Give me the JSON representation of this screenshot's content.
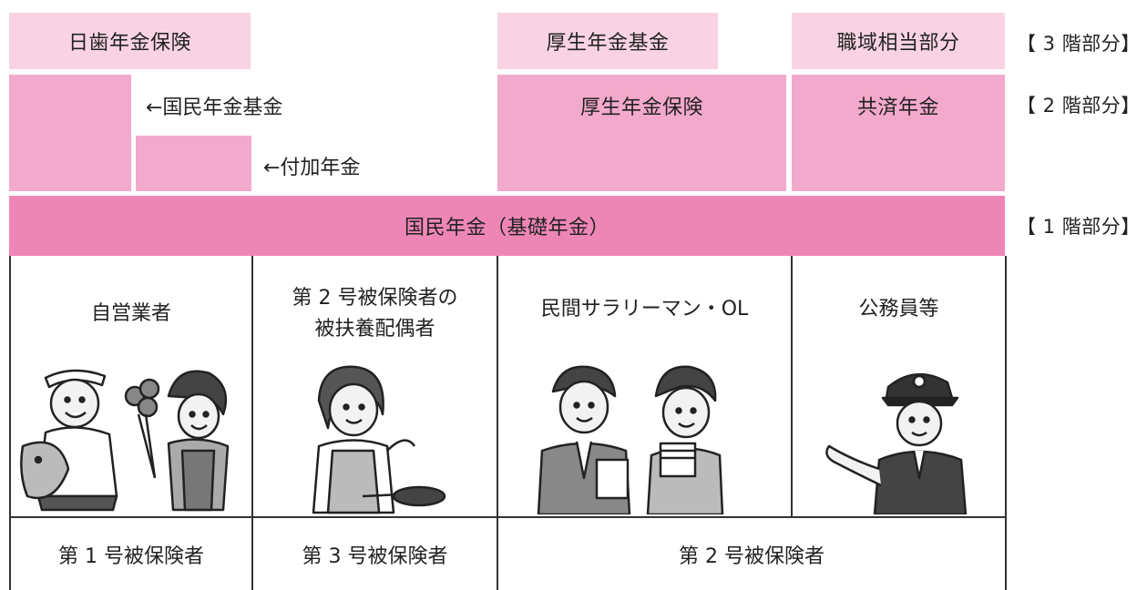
{
  "tier3": {
    "label": "【 3 階部分】",
    "nichishi": "日歯年金保険",
    "kosei_kikin": "厚生年金基金",
    "shokuiki": "職域相当部分"
  },
  "tier2": {
    "label": "【 2 階部分】",
    "kokumin_kikin": "←国民年金基金",
    "fuka": "←付加年金",
    "kosei_hoken": "厚生年金保険",
    "kyosai": "共済年金"
  },
  "tier1": {
    "label": "【 1 階部分】",
    "kokumin": "国民年金（基礎年金）"
  },
  "groups": [
    {
      "heading_lines": [
        "自営業者"
      ]
    },
    {
      "heading_lines": [
        "第 2 号被保険者の",
        "被扶養配偶者"
      ]
    },
    {
      "heading_lines": [
        "民間サラリーマン・OL"
      ]
    },
    {
      "heading_lines": [
        "公務員等"
      ]
    }
  ],
  "insured": {
    "first": "第 1 号被保険者",
    "third": "第 3 号被保険者",
    "second": "第 2 号被保険者"
  },
  "illustrations": {
    "jieigyo": "fisherman-and-florist-illustration",
    "spouse": "housewife-with-frying-pan-illustration",
    "salaryman": "office-workers-illustration",
    "koumuin": "police-officer-illustration"
  },
  "colors": {
    "tier3_pink": "#f9d3e3",
    "tier2_pink": "#f3a9cb",
    "tier1_pink": "#ee86b5"
  }
}
